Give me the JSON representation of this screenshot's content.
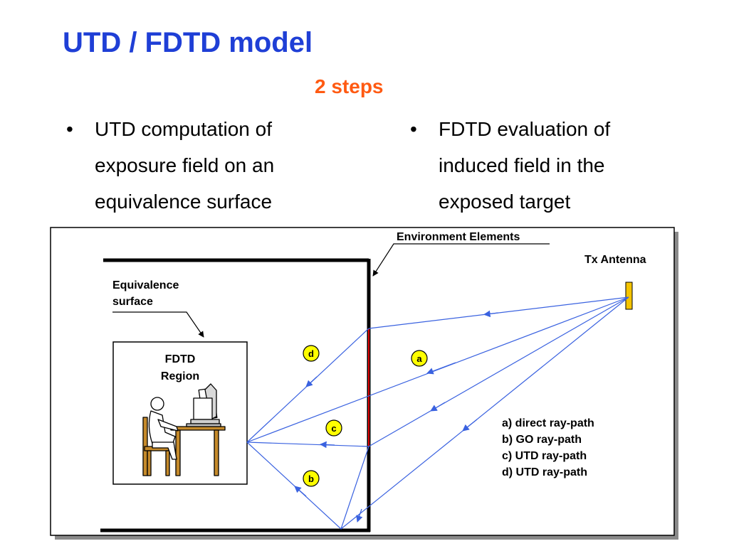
{
  "title": "UTD / FDTD model",
  "subtitle": "2 steps",
  "bullets": [
    {
      "symbol": "•",
      "lines": [
        "UTD computation of",
        "exposure field on an",
        "equivalence surface"
      ]
    },
    {
      "symbol": "•",
      "lines": [
        "FDTD evaluation of",
        "induced field in the",
        "exposed target"
      ]
    }
  ],
  "diagram": {
    "environment_label": "Environment Elements",
    "tx_label": "Tx Antenna",
    "equivalence_label": [
      "Equivalence",
      "surface"
    ],
    "fdtd_label": [
      "FDTD",
      "Region"
    ],
    "ray_labels": [
      "a",
      "b",
      "c",
      "d"
    ],
    "legend": [
      "a) direct ray-path",
      "b) GO ray-path",
      "c) UTD ray-path",
      "d) UTD ray-path"
    ],
    "colors": {
      "ray": "#3a62e0",
      "red_edge": "#e00000",
      "antenna": "#f5c400",
      "label_circle": "#ffff00",
      "shadow": "#8a8a8a",
      "wood": "#c58a2b"
    }
  }
}
